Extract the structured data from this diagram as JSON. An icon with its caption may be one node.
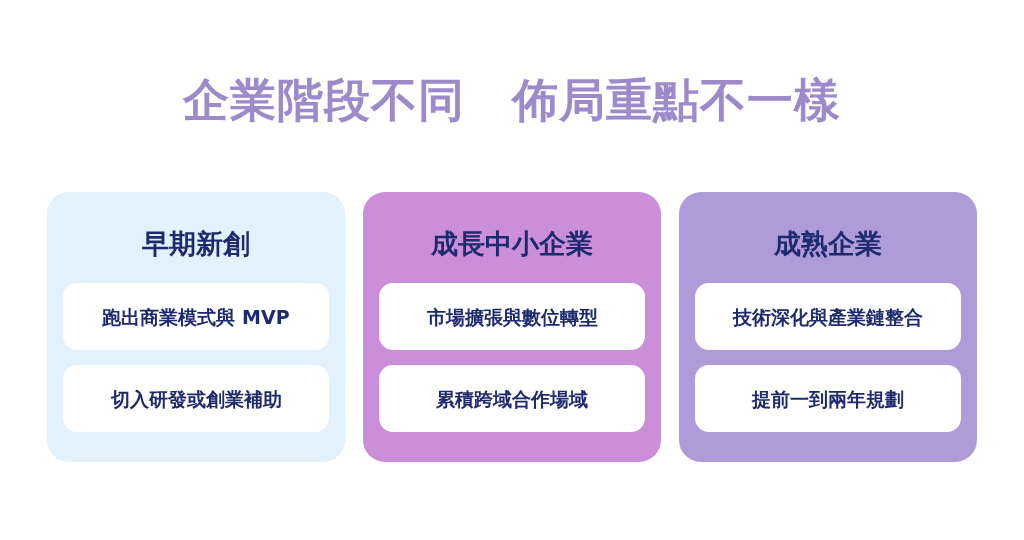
{
  "diagram": {
    "title": "企業階段不同　佈局重點不一樣",
    "nodes": [
      {
        "text": [
          "早期新創"
        ]
      },
      {
        "text": [
          "跑出商業模式與 MVP"
        ],
        "in": 0
      },
      {
        "text": [
          "切入研發或創業補助"
        ],
        "in": 0
      },
      {
        "text": [
          "成長中小企業"
        ]
      },
      {
        "text": [
          "市場擴張與數位轉型"
        ],
        "in": 3
      },
      {
        "text": [
          "累積跨域合作場域"
        ],
        "in": 3
      },
      {
        "text": [
          "成熟企業"
        ]
      },
      {
        "text": [
          "技術深化與產業鏈整合"
        ],
        "in": 6
      },
      {
        "text": [
          "提前一到兩年規劃"
        ],
        "in": 6
      }
    ]
  }
}
